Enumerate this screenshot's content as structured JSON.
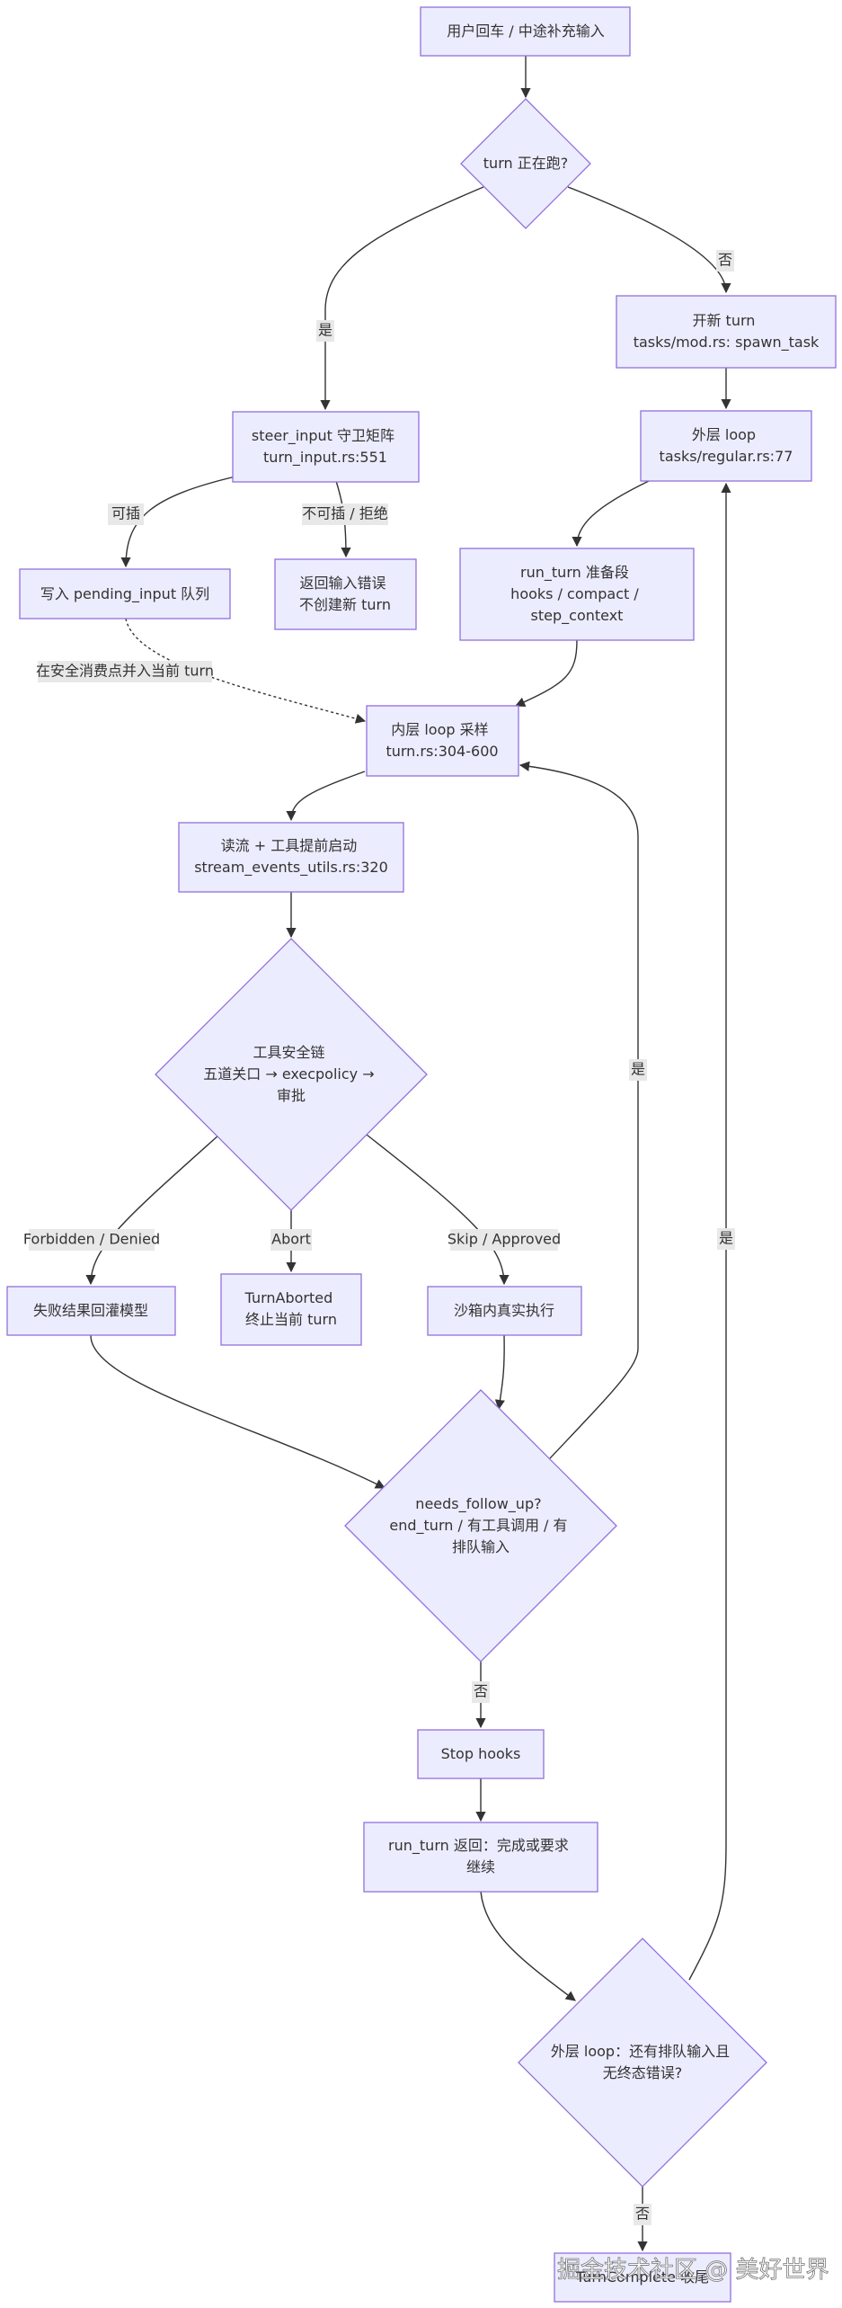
{
  "nodes": {
    "start": [
      "用户回车 / 中途补充输入"
    ],
    "turn_running": [
      "turn 正在跑?"
    ],
    "new_turn": [
      "开新 turn",
      "tasks/mod.rs: spawn_task"
    ],
    "steer_input": [
      "steer_input 守卫矩阵",
      "turn_input.rs:551"
    ],
    "outer_loop": [
      "外层 loop",
      "tasks/regular.rs:77"
    ],
    "write_pending": [
      "写入 pending_input 队列"
    ],
    "return_error": [
      "返回输入错误",
      "不创建新 turn"
    ],
    "run_turn_prep": [
      "run_turn 准备段",
      "hooks / compact /",
      "step_context"
    ],
    "inner_loop": [
      "内层 loop 采样",
      "turn.rs:304-600"
    ],
    "read_stream": [
      "读流 + 工具提前启动",
      "stream_events_utils.rs:320"
    ],
    "tool_chain": [
      "工具安全链",
      "五道关口 → execpolicy →",
      "审批"
    ],
    "fail_result": [
      "失败结果回灌模型"
    ],
    "turn_aborted": [
      "TurnAborted",
      "终止当前 turn"
    ],
    "sandbox_exec": [
      "沙箱内真实执行"
    ],
    "needs_follow_up": [
      "needs_follow_up?",
      "end_turn / 有工具调用 / 有",
      "排队输入"
    ],
    "stop_hooks": [
      "Stop hooks"
    ],
    "run_turn_return": [
      "run_turn 返回：完成或要求",
      "继续"
    ],
    "outer_check": [
      "外层 loop：还有排队输入且",
      "无终态错误?"
    ],
    "turn_complete": [
      "TurnComplete 收尾"
    ]
  },
  "edge_labels": {
    "yes_steer": "是",
    "no_new": "否",
    "can_insert": "可插",
    "cannot_insert": "不可插 / 拒绝",
    "merge_safe": "在安全消费点并入当前 turn",
    "forbidden": "Forbidden / Denied",
    "abort": "Abort",
    "skip_approved": "Skip / Approved",
    "yes_inner": "是",
    "no_stop": "否",
    "yes_outer": "是",
    "no_complete": "否"
  },
  "watermark": "掘金技术社区 @ 美好世界"
}
